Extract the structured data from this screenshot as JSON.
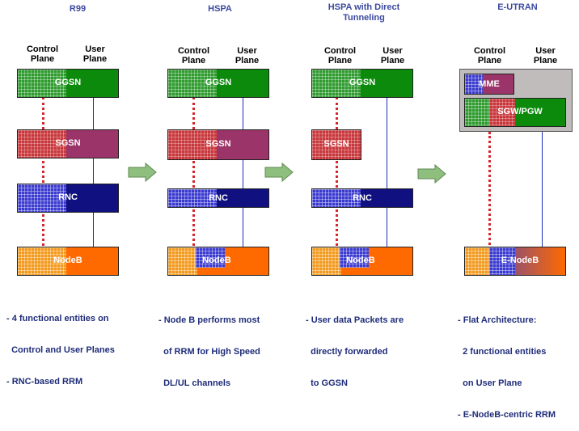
{
  "columns": [
    {
      "title": "R99",
      "control": "Control\nPlane",
      "user": "User\nPlane",
      "boxes": {
        "gw": "GGSN",
        "sgsn": "SGSN",
        "rnc": "RNC",
        "nb": "NodeB"
      },
      "notes": [
        "- 4 functional entities on",
        "  Control and User Planes",
        "- RNC-based RRM"
      ]
    },
    {
      "title": "HSPA",
      "control": "Control\nPlane",
      "user": "User\nPlane",
      "boxes": {
        "gw": "GGSN",
        "sgsn": "SGSN",
        "rnc": "RNC",
        "nb": "NodeB"
      },
      "notes": [
        "- Node B performs most",
        "  of RRM for High Speed",
        "  DL/UL channels"
      ]
    },
    {
      "title": "HSPA with Direct\nTunneling",
      "control": "Control\nPlane",
      "user": "User\nPlane",
      "boxes": {
        "gw": "GGSN",
        "sgsn": "SGSN",
        "rnc": "RNC",
        "nb": "NodeB"
      },
      "notes": [
        "- User data Packets are",
        "  directly forwarded",
        "  to GGSN"
      ]
    },
    {
      "title": "E-UTRAN",
      "control": "Control\nPlane",
      "user": "User\nPlane",
      "boxes": {
        "mme": "MME",
        "sgw": "SGW/PGW",
        "enb": "E-NodeB"
      },
      "notes": [
        "- Flat Architecture:",
        "  2 functional entities",
        "  on User Plane",
        "- E-NodeB-centric RRM"
      ]
    }
  ],
  "colors": {
    "title": "#3b4a9e",
    "note": "#1f2d7a",
    "ggsn": "#0b8a0b",
    "sgsn": "#9b3468",
    "rnc": "#101080",
    "nodeb": "#ff6a00",
    "arrow": "#8fbf7f"
  }
}
